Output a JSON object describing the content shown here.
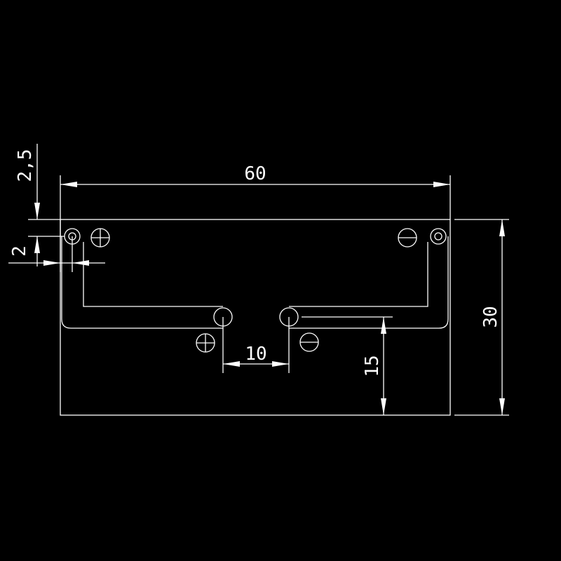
{
  "drawing": {
    "background": "#000000",
    "line_color": "#ffffff",
    "dimensions": {
      "width": "60",
      "height": "30",
      "top_offset": "2,5",
      "left_offset": "2",
      "gap": "10",
      "trace_height": "15"
    }
  }
}
